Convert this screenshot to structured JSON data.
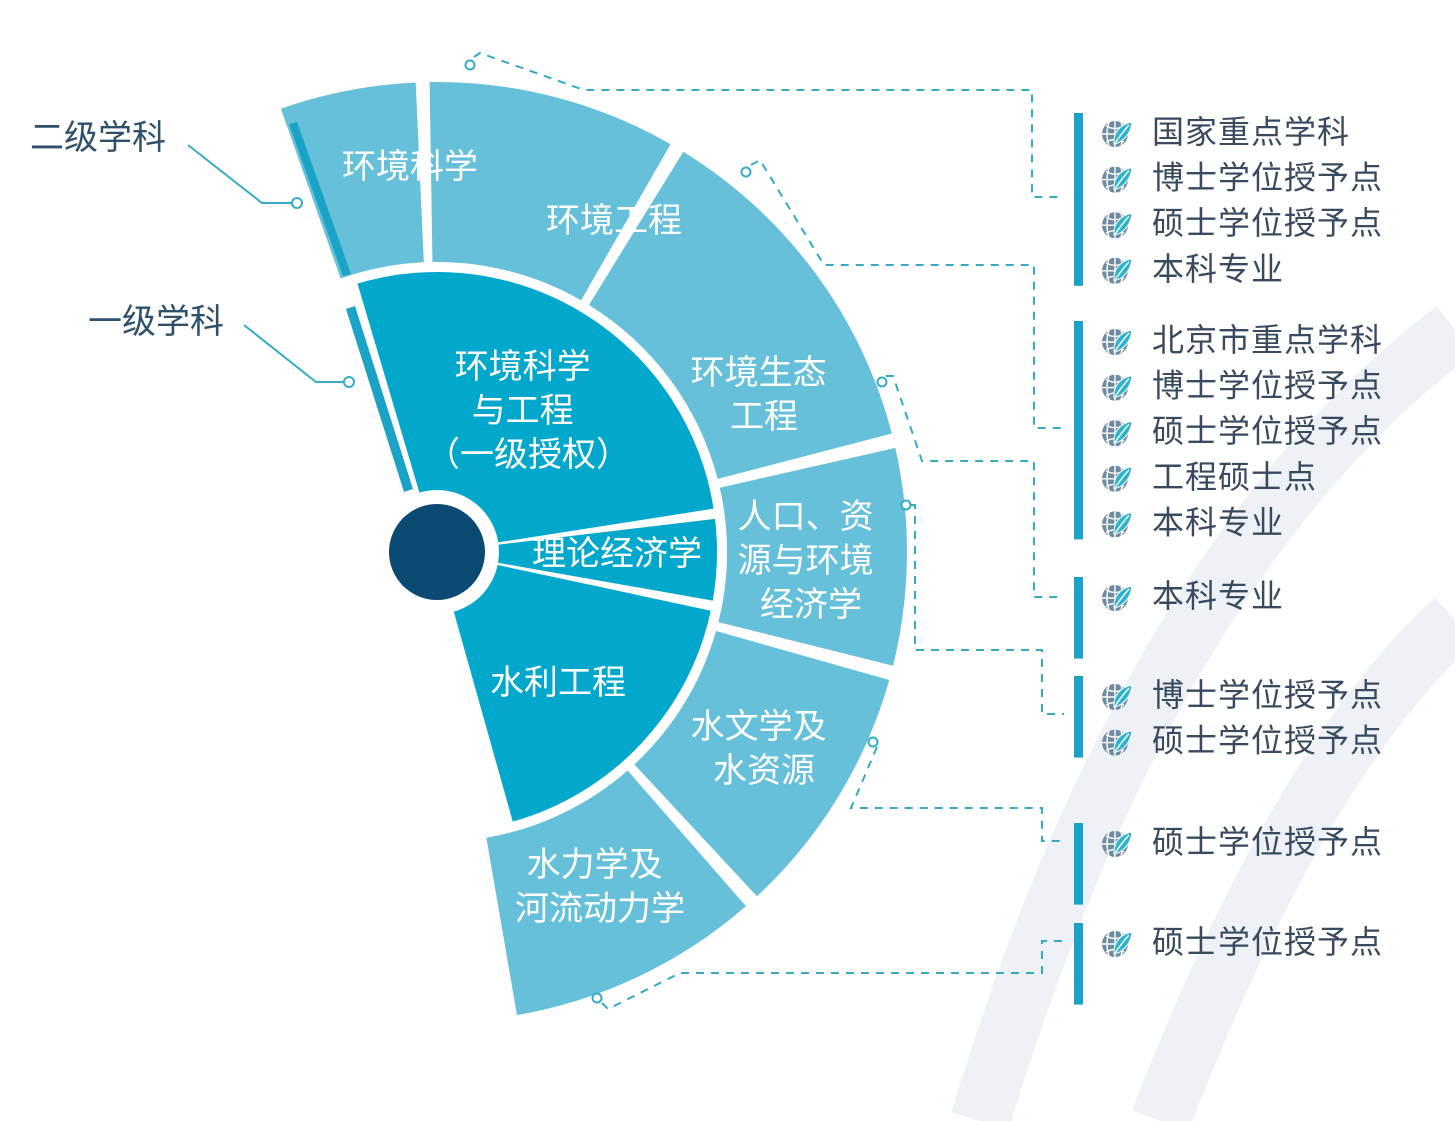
{
  "legend": {
    "secondary": "二级学科",
    "primary": "一级学科"
  },
  "segments": {
    "env_science": [
      "环境科学"
    ],
    "env_engineering": [
      "环境工程"
    ],
    "env_ecology": [
      "环境生态",
      "工程"
    ],
    "pop_resource": [
      "人口、资",
      "源与环境",
      "经济学"
    ],
    "hydrology": [
      "水文学及",
      "水资源"
    ],
    "hydraulics": [
      "水力学及",
      "河流动力学"
    ],
    "env_sci_eng": [
      "环境科学",
      "与工程",
      "（一级授权）"
    ],
    "theory_econ": [
      "理论经济学"
    ],
    "water_eng": [
      "水利工程"
    ]
  },
  "groups": [
    {
      "items": [
        "国家重点学科",
        "博士学位授予点",
        "硕士学位授予点",
        "本科专业"
      ]
    },
    {
      "items": [
        "北京市重点学科",
        "博士学位授予点",
        "硕士学位授予点",
        "工程硕士点",
        "本科专业"
      ]
    },
    {
      "items": [
        "本科专业"
      ]
    },
    {
      "items": [
        "博士学位授予点",
        "硕士学位授予点"
      ]
    },
    {
      "items": [
        "硕士学位授予点"
      ]
    },
    {
      "items": [
        "硕士学位授予点"
      ]
    }
  ],
  "icons": {
    "item": "globe-leaf-icon"
  },
  "colors": {
    "outer_ring": "#66c0da",
    "inner_ring": "#02a7cc",
    "center": "#0b4a72",
    "accent": "#1aa3c6"
  }
}
